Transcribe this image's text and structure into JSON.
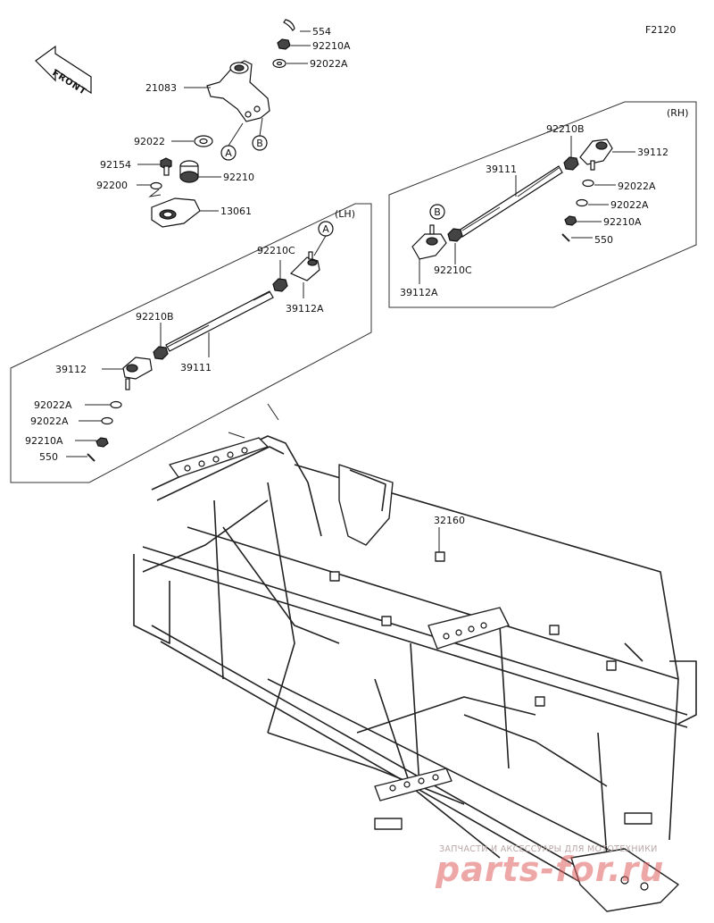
{
  "figure_code": "F2120",
  "front_label": "FRONT",
  "group_lh_label": "(LH)",
  "group_rh_label": "(RH)",
  "ref_a": "A",
  "ref_b": "B",
  "parts": {
    "p554": "554",
    "p92210a_top": "92210A",
    "p92022a_top": "92022A",
    "p21083": "21083",
    "p92022": "92022",
    "p92154": "92154",
    "p92210": "92210",
    "p92200": "92200",
    "p13061": "13061",
    "lh_92210c": "92210C",
    "lh_39112a": "39112A",
    "lh_92210b": "92210B",
    "lh_39112": "39112",
    "lh_39111": "39111",
    "lh_92022a_1": "92022A",
    "lh_92022a_2": "92022A",
    "lh_92210a": "92210A",
    "lh_550": "550",
    "rh_92210b": "92210B",
    "rh_39112": "39112",
    "rh_39111": "39111",
    "rh_92022a_1": "92022A",
    "rh_92022a_2": "92022A",
    "rh_92210a": "92210A",
    "rh_550": "550",
    "rh_92210c": "92210C",
    "rh_39112a": "39112A",
    "frame_32160": "32160"
  },
  "watermark": {
    "line1": "ЗАПЧАСТИ И АКСЕССУАРЫ ДЛЯ МОТОТЕХНИКИ",
    "line2": "parts-for.ru"
  }
}
